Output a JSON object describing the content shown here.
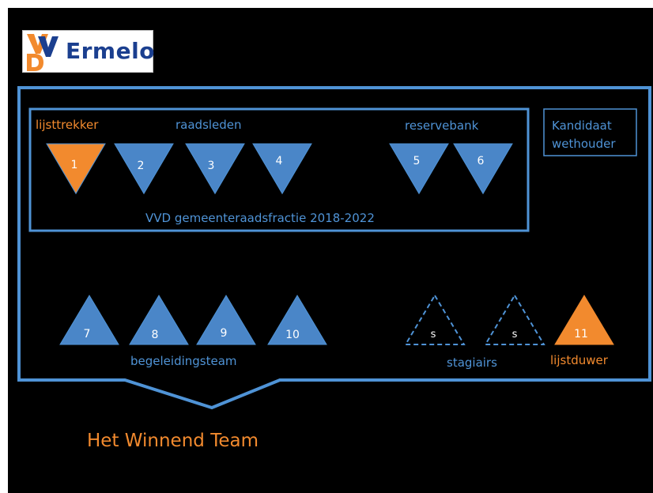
{
  "logo": {
    "mark_letters": "VVD",
    "word": "Ermelo"
  },
  "labels": {
    "lijsttrekker": "lijsttrekker",
    "raadsleden": "raadsleden",
    "reservebank": "reservebank",
    "kandidaat_line1": "Kandidaat",
    "kandidaat_line2": "wethouder",
    "fractie": "VVD gemeenteraadsfractie 2018-2022",
    "begeleidingsteam": "begeleidingsteam",
    "stagiairs": "stagiairs",
    "lijstduwer": "lijstduwer",
    "title": "Het Winnend Team"
  },
  "top_triangles": [
    "1",
    "2",
    "3",
    "4",
    "5",
    "6"
  ],
  "bottom_triangles": [
    "7",
    "8",
    "9",
    "10"
  ],
  "stagiair_triangles": [
    "s",
    "s"
  ],
  "lijstduwer_triangle": "11",
  "colors": {
    "blue_fill": "#4a86c8",
    "blue_line": "#4f93d6",
    "orange": "#f28a2e",
    "background": "#000000"
  }
}
